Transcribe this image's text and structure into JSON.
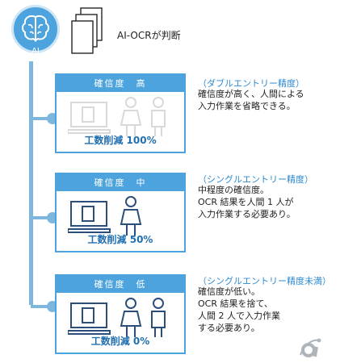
{
  "header": {
    "icon_label": "AI",
    "caption": "AI-OCRが判断"
  },
  "levels": [
    {
      "header": "確信度　高",
      "footer": "工数削減 100%",
      "tag": "（ダブルエントリー精度）",
      "lines": [
        "確信度が高く、人間による",
        "入力作業を省略できる。"
      ],
      "people_count": 2,
      "active": false
    },
    {
      "header": "確信度　中",
      "footer": "工数削減 50%",
      "tag": "（シングルエントリー精度）",
      "lines": [
        "中程度の確信度。",
        "OCR 結果を人間 1 人が",
        "入力作業する必要あり。"
      ],
      "people_count": 1,
      "active": true
    },
    {
      "header": "確信度　低",
      "footer": "工数削減 0%",
      "tag": "（シングルエントリー精度未満）",
      "lines": [
        "確信度が低い。",
        "OCR 結果を捨て、",
        "人間 2 人で入力作業",
        "する必要あり。"
      ],
      "people_count": 2,
      "active": true
    }
  ],
  "colors": {
    "accent": "#4ca3dd",
    "line": "#7db7de",
    "footer_text": "#1f6fb0",
    "tag_text": "#2c8ad2",
    "inactive_art": "#d9d9d9",
    "active_art": "#2b4f7a"
  },
  "icons": [
    "brain-icon",
    "document-stack-icon",
    "laptop-icon",
    "woman-icon",
    "man-icon",
    "ai-logo-icon"
  ]
}
